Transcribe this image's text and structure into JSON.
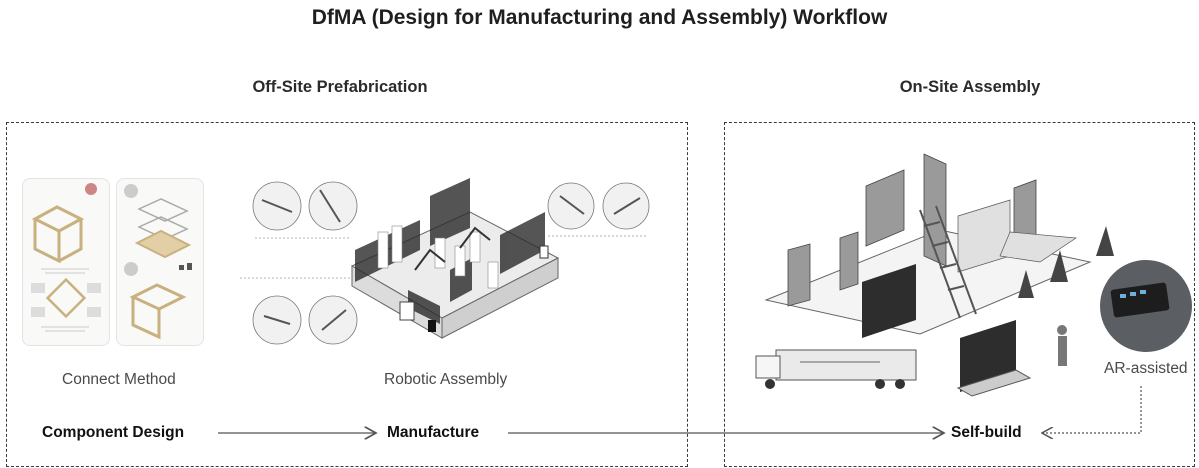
{
  "title": "DfMA (Design for Manufacturing and Assembly) Workflow",
  "sections": {
    "offsite": "Off-Site Prefabrication",
    "onsite": "On-Site Assembly"
  },
  "captions": {
    "connect": "Connect Method",
    "robotic": "Robotic Assembly",
    "ar": "AR-assisted"
  },
  "steps": {
    "component": "Component Design",
    "manufacture": "Manufacture",
    "selfbuild": "Self-build"
  },
  "colors": {
    "wood": "#d9c29a",
    "panel": "#8d8d8d",
    "arrow": "#555555",
    "dashed": "#3a3a3a"
  }
}
